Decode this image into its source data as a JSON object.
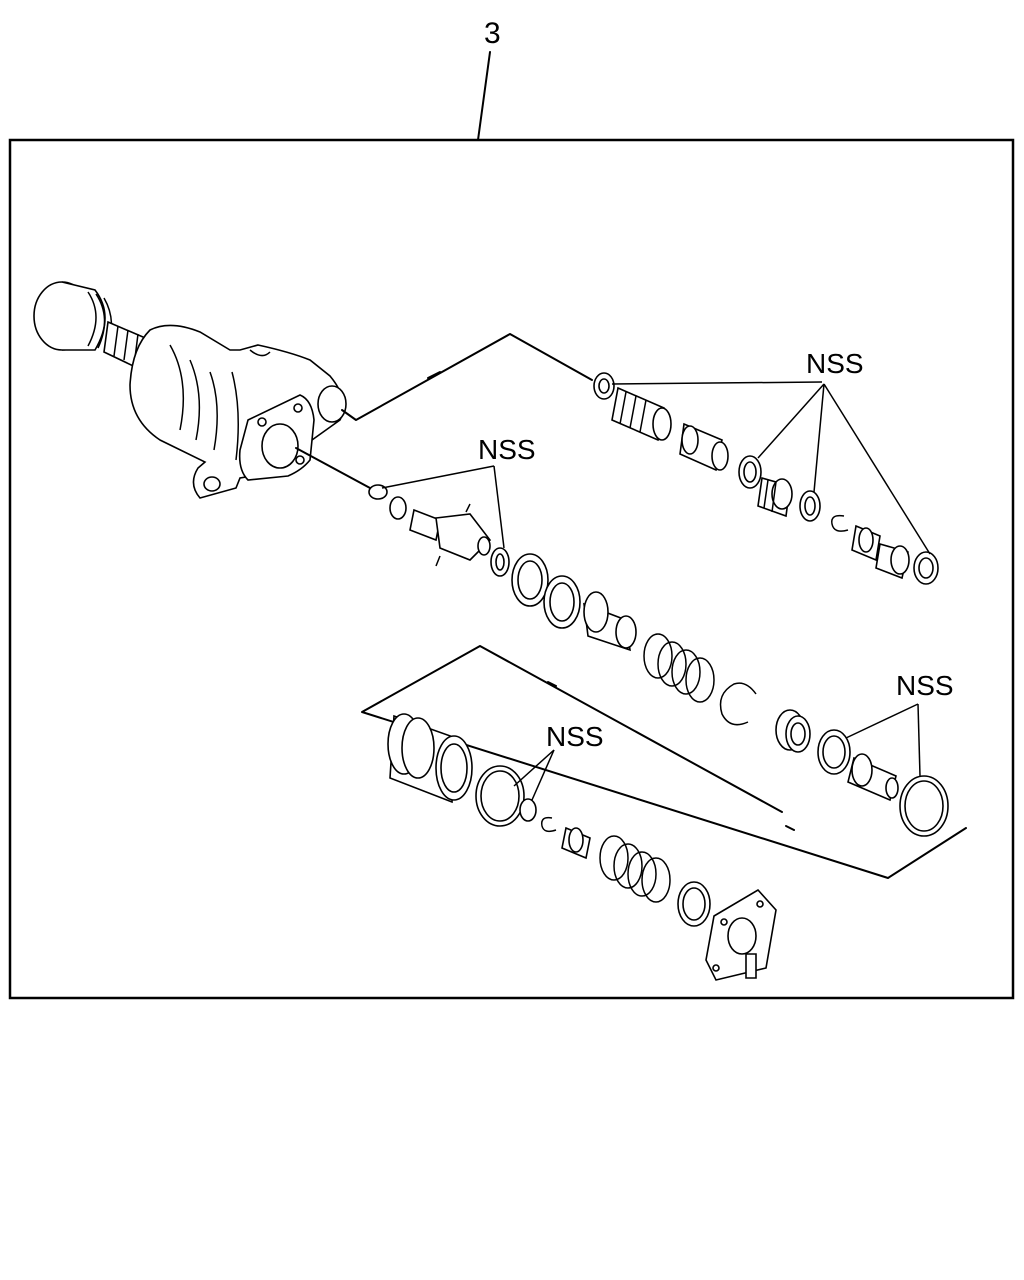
{
  "callouts": {
    "assembly_number": "3",
    "nss_upper_right": "NSS",
    "nss_upper_middle": "NSS",
    "nss_lower_right": "NSS",
    "nss_lower_middle": "NSS"
  }
}
